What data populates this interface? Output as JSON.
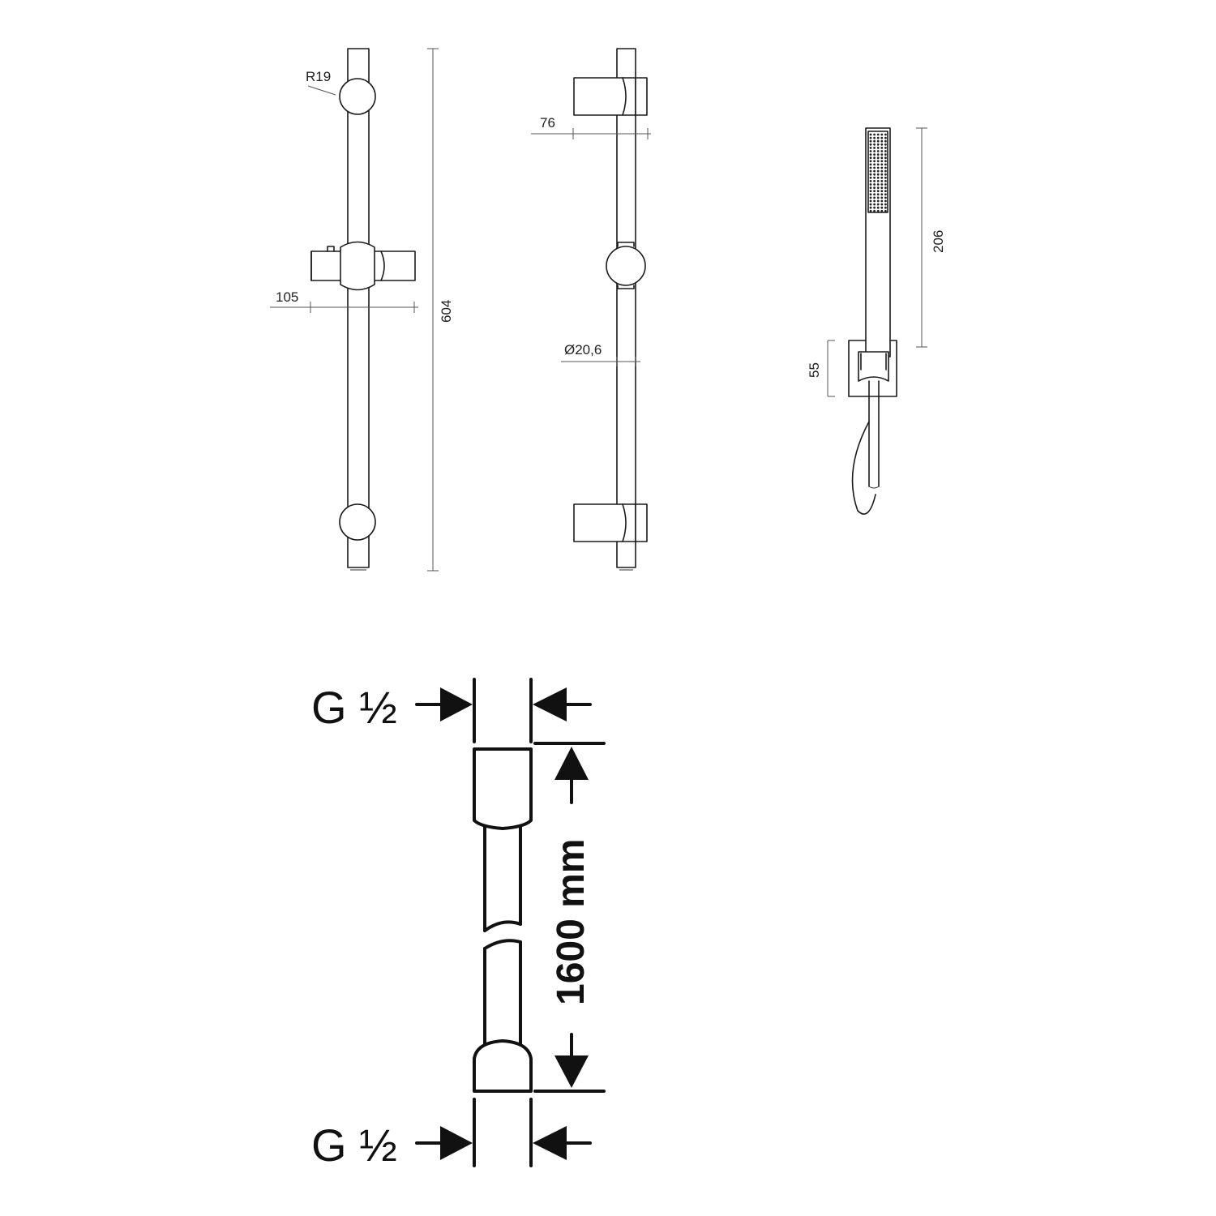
{
  "dimensions": {
    "radius": "R19",
    "slider_depth": "105",
    "rail_length": "604",
    "bracket_depth": "76",
    "tube_diameter": "Ø20,6",
    "handshower_length": "206",
    "holder_height": "55",
    "hose_length": "1600 mm",
    "thread_top": "G ½",
    "thread_bottom": "G ½"
  }
}
